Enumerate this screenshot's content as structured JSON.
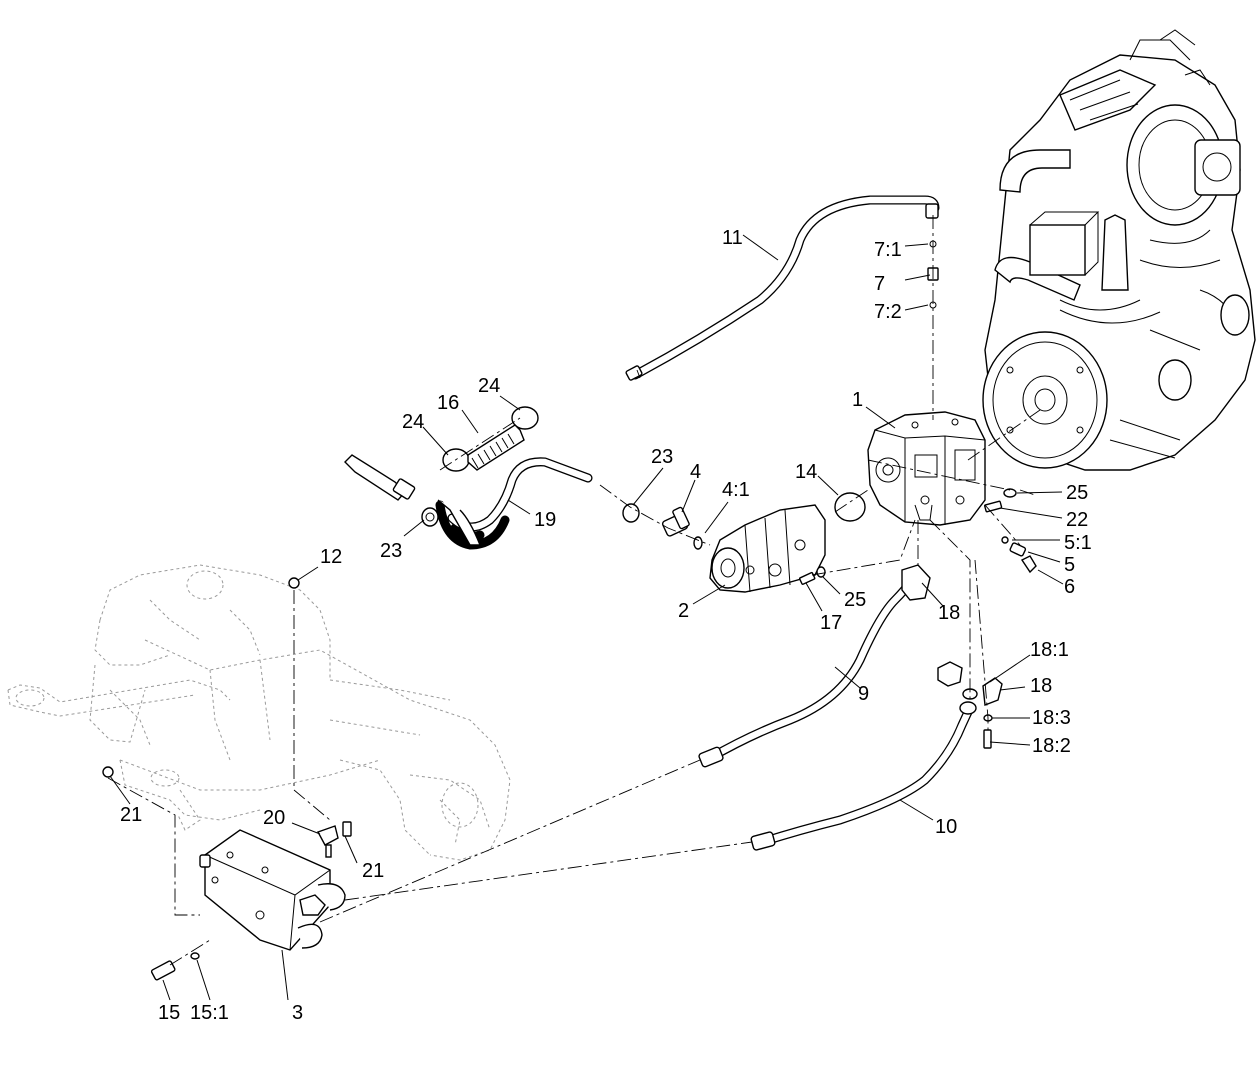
{
  "callouts": [
    {
      "id": "c1",
      "text": "1"
    },
    {
      "id": "c2",
      "text": "2"
    },
    {
      "id": "c3",
      "text": "3"
    },
    {
      "id": "c4",
      "text": "4"
    },
    {
      "id": "c4_1",
      "text": "4:1"
    },
    {
      "id": "c5",
      "text": "5"
    },
    {
      "id": "c5_1",
      "text": "5:1"
    },
    {
      "id": "c6",
      "text": "6"
    },
    {
      "id": "c7",
      "text": "7"
    },
    {
      "id": "c7_1",
      "text": "7:1"
    },
    {
      "id": "c7_2",
      "text": "7:2"
    },
    {
      "id": "c9",
      "text": "9"
    },
    {
      "id": "c10",
      "text": "10"
    },
    {
      "id": "c11",
      "text": "11"
    },
    {
      "id": "c12",
      "text": "12"
    },
    {
      "id": "c14",
      "text": "14"
    },
    {
      "id": "c15",
      "text": "15"
    },
    {
      "id": "c15_1",
      "text": "15:1"
    },
    {
      "id": "c16",
      "text": "16"
    },
    {
      "id": "c17",
      "text": "17"
    },
    {
      "id": "c18a",
      "text": "18"
    },
    {
      "id": "c18b",
      "text": "18"
    },
    {
      "id": "c18_1",
      "text": "18:1"
    },
    {
      "id": "c18_2",
      "text": "18:2"
    },
    {
      "id": "c18_3",
      "text": "18:3"
    },
    {
      "id": "c19",
      "text": "19"
    },
    {
      "id": "c20",
      "text": "20"
    },
    {
      "id": "c21a",
      "text": "21"
    },
    {
      "id": "c21b",
      "text": "21"
    },
    {
      "id": "c22",
      "text": "22"
    },
    {
      "id": "c23a",
      "text": "23"
    },
    {
      "id": "c23b",
      "text": "23"
    },
    {
      "id": "c24a",
      "text": "24"
    },
    {
      "id": "c24b",
      "text": "24"
    },
    {
      "id": "c25a",
      "text": "25"
    },
    {
      "id": "c25b",
      "text": "25"
    }
  ]
}
